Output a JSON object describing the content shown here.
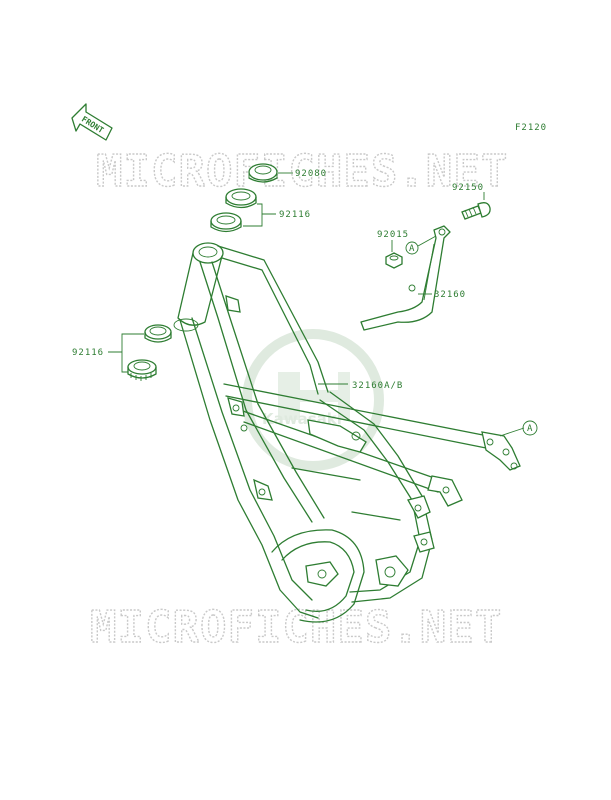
{
  "figure_ref": "F2120",
  "front_arrow_text": "FRONT",
  "watermark_text": "MICROFICHES.NET",
  "brand_logo_text": "Kawasaki",
  "colors": {
    "line": "#2e7d32",
    "watermark": "#c9c9c9",
    "logo": "#e6efe6"
  },
  "callouts": {
    "nut_top": "92080",
    "bearings_top": "92116",
    "bolt": "92150",
    "nut_small": "92015",
    "bracket": "32160",
    "bearings_left": "92116",
    "frame": "32160A/B"
  },
  "ref_marks": {
    "bracket_ref": "A",
    "frame_ref": "A"
  }
}
